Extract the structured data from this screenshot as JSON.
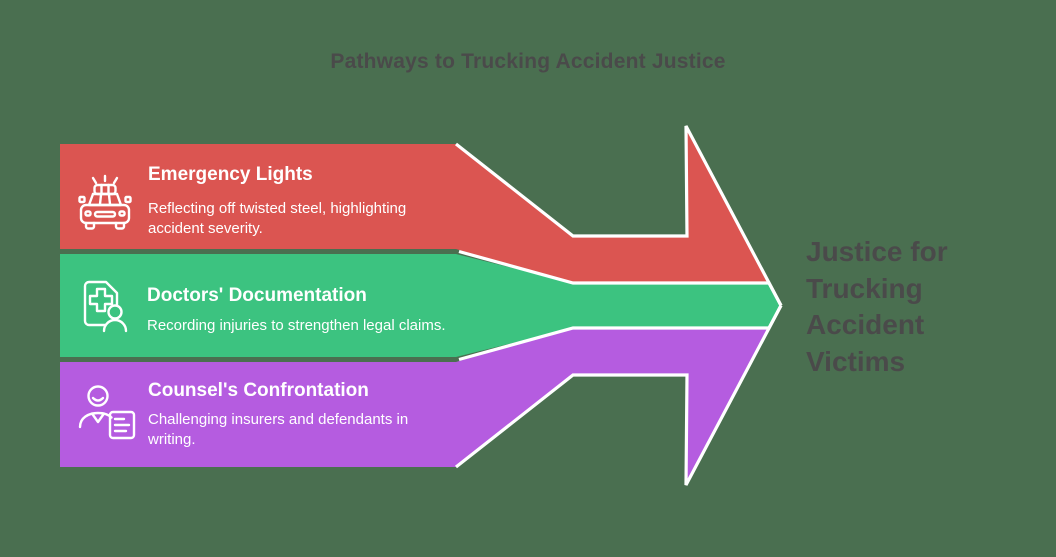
{
  "title": "Pathways to Trucking Accident Justice",
  "colors": {
    "background": "#4a6f50",
    "heading_text": "#4a4a4a",
    "step_red": "#db5551",
    "step_green": "#3cc380",
    "step_purple": "#b55ce0",
    "divider_stroke": "#ffffff",
    "step_text": "#ffffff"
  },
  "steps": [
    {
      "heading": "Emergency Lights",
      "description": "Reflecting off twisted steel, highlighting accident severity.",
      "icon": "police-car-icon",
      "color": "#db5551"
    },
    {
      "heading": "Doctors' Documentation",
      "description": "Recording injuries to strengthen legal claims.",
      "icon": "medical-record-icon",
      "color": "#3cc380"
    },
    {
      "heading": "Counsel's Confrontation",
      "description": "Challenging insurers and defendants in writing.",
      "icon": "attorney-letter-icon",
      "color": "#b55ce0"
    }
  ],
  "outcome": {
    "label": "Justice for Trucking Accident Victims"
  }
}
